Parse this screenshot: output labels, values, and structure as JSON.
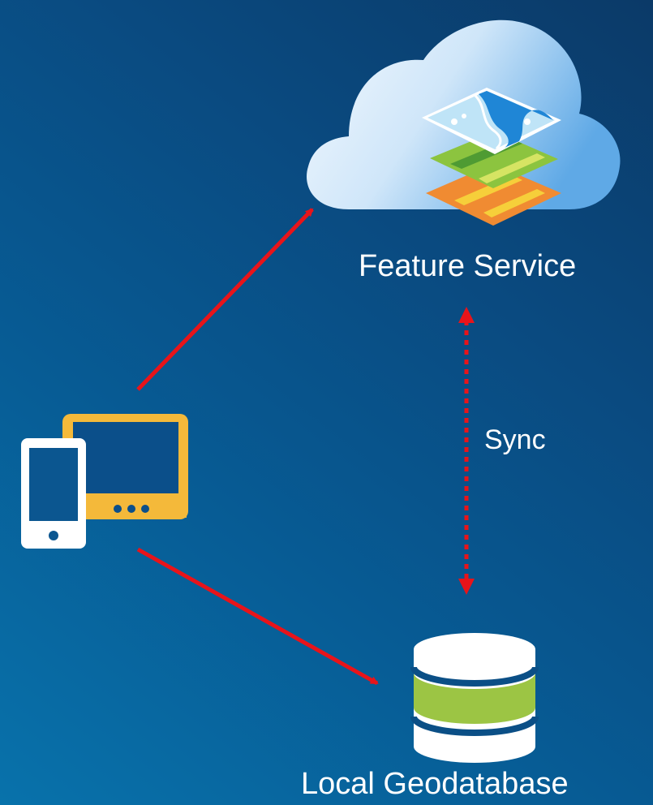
{
  "diagram": {
    "nodes": {
      "feature_service": {
        "label": "Feature Service",
        "icon": "cloud-layers-icon"
      },
      "local_geodatabase": {
        "label": "Local Geodatabase",
        "icon": "database-icon"
      },
      "devices": {
        "icon": "mobile-tablet-icon"
      }
    },
    "edges": [
      {
        "from": "devices",
        "to": "feature_service",
        "style": "solid",
        "color": "#e8141a"
      },
      {
        "from": "devices",
        "to": "local_geodatabase",
        "style": "solid",
        "color": "#e8141a"
      },
      {
        "from": "feature_service",
        "to": "local_geodatabase",
        "style": "dotted-bidirectional",
        "label": "Sync",
        "color": "#e8141a"
      }
    ]
  },
  "colors": {
    "arrow": "#e8141a",
    "tablet": "#f4b93a",
    "database_band": "#9cc544",
    "background_dark": "#0b3a68",
    "background_light": "#0872ab"
  }
}
